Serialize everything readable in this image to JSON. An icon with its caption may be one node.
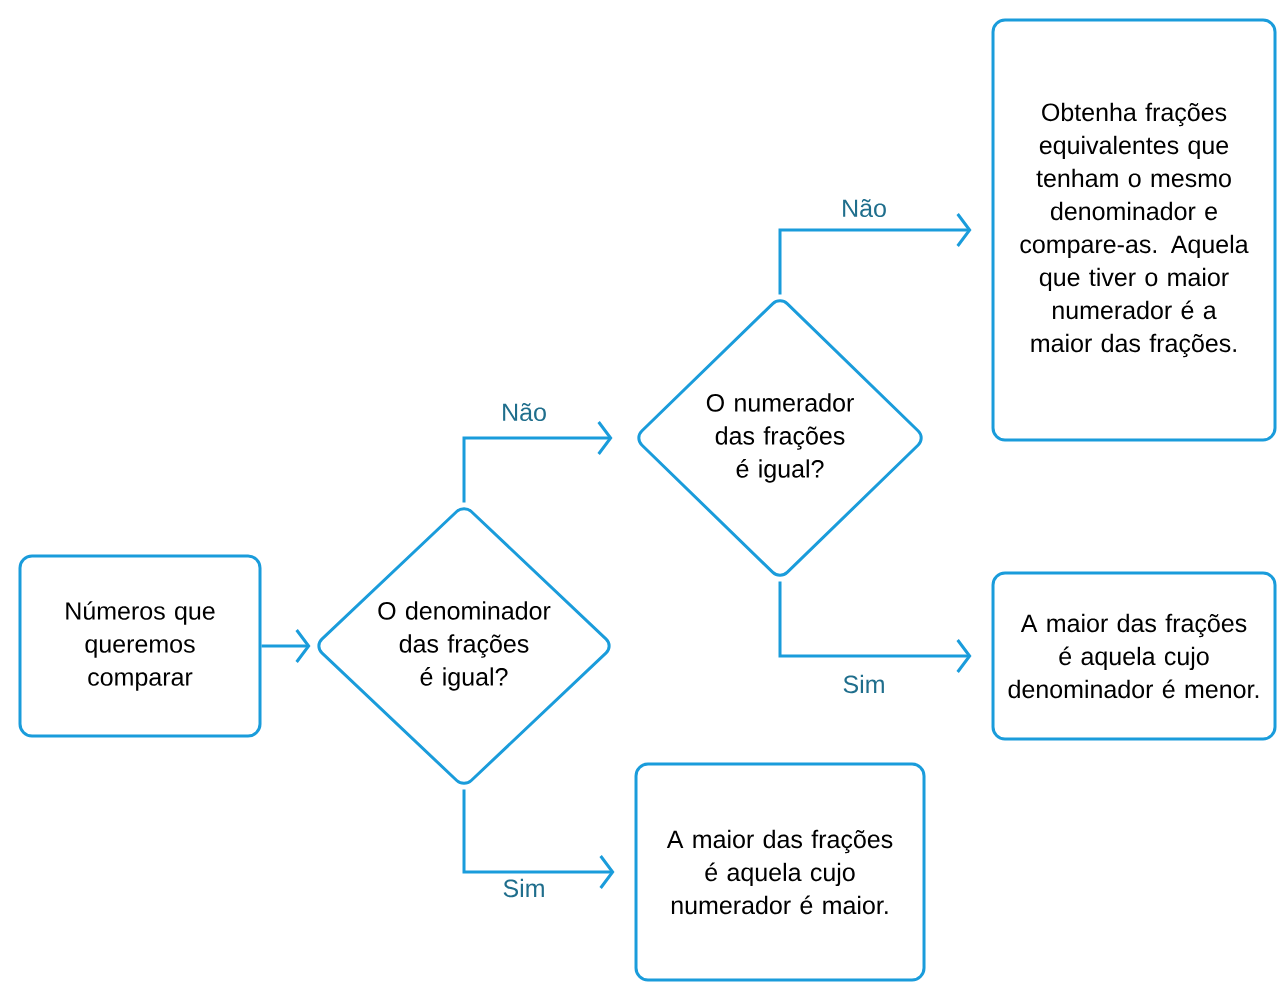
{
  "diagram": {
    "nodes": [
      {
        "text": [
          "Números que queremos comparar"
        ]
      },
      {
        "text": [
          "O denominador das frações é igual?"
        ]
      },
      {
        "text": [
          "O numerador das frações é igual?"
        ]
      },
      {
        "text": [
          "Obtenha frações equivalentes que tenham o mesmo denominador e compare-as. Aquela que tiver o maior numerador é a maior das frações."
        ]
      },
      {
        "text": [
          "A maior das frações é aquela cujo denominador é menor."
        ]
      },
      {
        "text": [
          "A maior das frações é aquela cujo numerador é maior."
        ]
      }
    ],
    "edges": [
      {
        "from": 0,
        "to": 1,
        "arrow": "to"
      },
      {
        "from": 1,
        "to": 2,
        "arrow": "to",
        "label": "Não"
      },
      {
        "from": 1,
        "to": 5,
        "arrow": "to",
        "label": "Sim"
      },
      {
        "from": 2,
        "to": 3,
        "arrow": "to",
        "label": "Não"
      },
      {
        "from": 2,
        "to": 4,
        "arrow": "to",
        "label": "Sim"
      }
    ]
  }
}
